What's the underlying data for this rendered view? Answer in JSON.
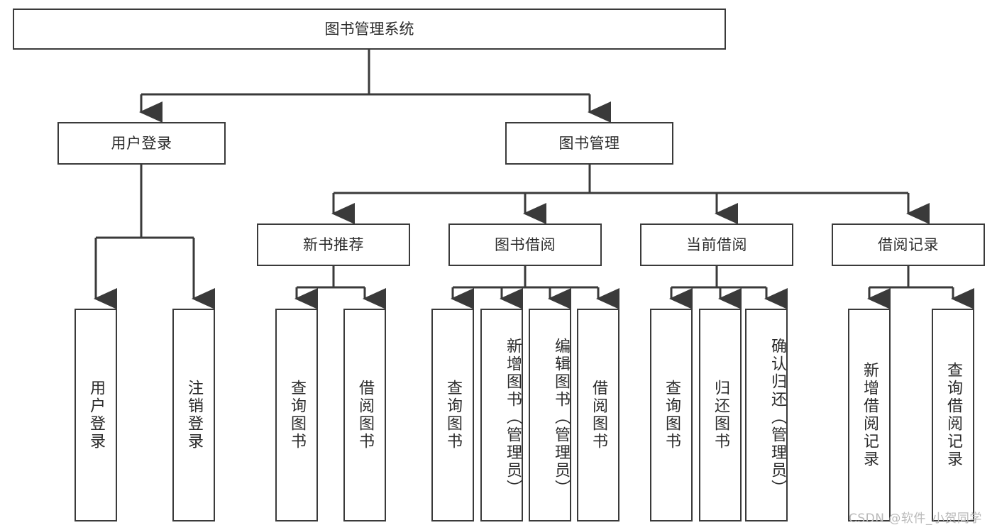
{
  "diagram": {
    "title": "图书管理系统",
    "watermark": "CSDN @软件_小贺同学",
    "colors": {
      "stroke": "#3a3a3a",
      "text": "#2b2b2b",
      "background": "#ffffff",
      "watermark": "#b9b9b9"
    },
    "nodes": {
      "root": {
        "label": "图书管理系统"
      },
      "level2": [
        {
          "label": "用户登录"
        },
        {
          "label": "图书管理"
        }
      ],
      "level3": [
        {
          "label": "新书推荐"
        },
        {
          "label": "图书借阅"
        },
        {
          "label": "当前借阅"
        },
        {
          "label": "借阅记录"
        }
      ],
      "leaves": {
        "user_login": [
          {
            "label": "用户登录"
          },
          {
            "label": "注销登录"
          }
        ],
        "new_book": [
          {
            "label": "查询图书"
          },
          {
            "label": "借阅图书"
          }
        ],
        "borrow": [
          {
            "label": "查询图书"
          },
          {
            "label": "新增图书（管理员）"
          },
          {
            "label": "编辑图书（管理员）"
          },
          {
            "label": "借阅图书"
          }
        ],
        "current": [
          {
            "label": "查询图书"
          },
          {
            "label": "归还图书"
          },
          {
            "label": "确认归还（管理员）"
          }
        ],
        "records": [
          {
            "label": "新增借阅记录"
          },
          {
            "label": "查询借阅记录"
          }
        ]
      }
    }
  }
}
